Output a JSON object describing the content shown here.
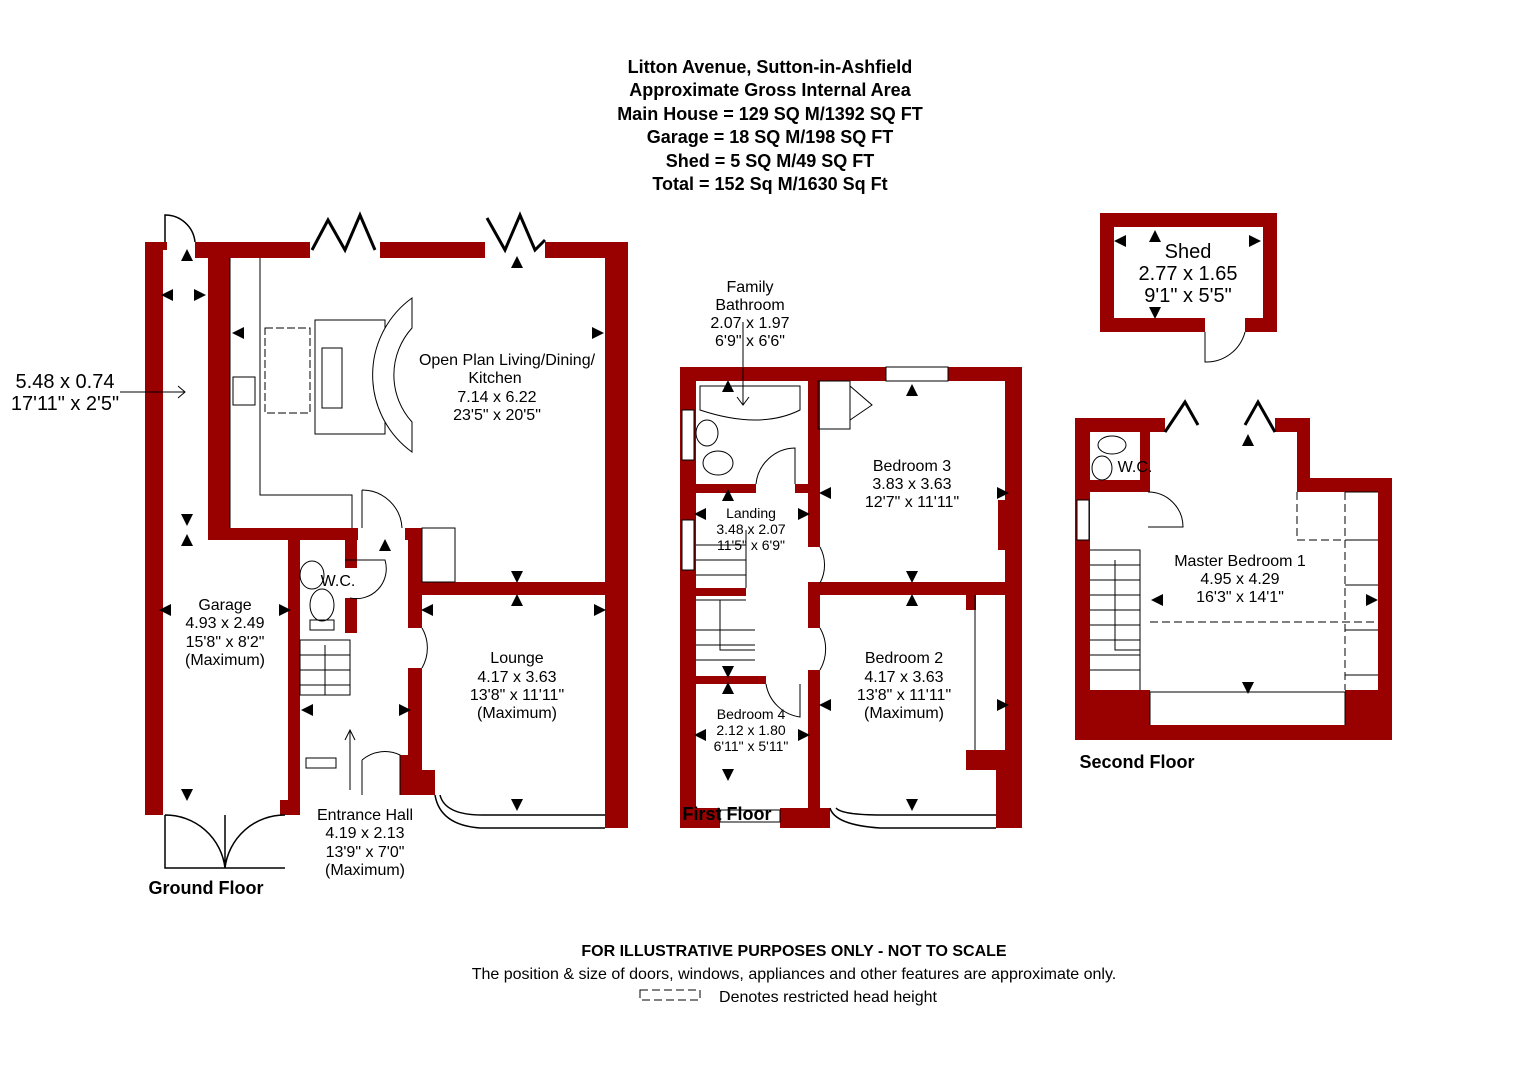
{
  "header": {
    "line1": "Litton Avenue, Sutton-in-Ashfield",
    "line2": "Approximate Gross Internal Area",
    "line3": "Main House = 129 SQ M/1392 SQ FT",
    "line4": "Garage = 18 SQ M/198 SQ FT",
    "line5": "Shed = 5 SQ M/49 SQ FT",
    "line6": "Total = 152 Sq M/1630 Sq Ft"
  },
  "floors": {
    "ground": "Ground Floor",
    "first": "First Floor",
    "second": "Second Floor"
  },
  "rooms": {
    "side_passage": {
      "metric": "5.48 x 0.74",
      "imperial": "17'11\" x 2'5\""
    },
    "kitchen": {
      "name1": "Open Plan Living/Dining/",
      "name2": "Kitchen",
      "metric": "7.14 x 6.22",
      "imperial": "23'5\" x 20'5\""
    },
    "garage": {
      "name": "Garage",
      "metric": "4.93 x 2.49",
      "imperial": "15'8\" x 8'2\"",
      "note": "(Maximum)"
    },
    "wc_ground": {
      "name": "W.C."
    },
    "lounge": {
      "name": "Lounge",
      "metric": "4.17 x 3.63",
      "imperial": "13'8\" x 11'11\"",
      "note": "(Maximum)"
    },
    "entrance_hall": {
      "name": "Entrance Hall",
      "metric": "4.19 x 2.13",
      "imperial": "13'9\" x 7'0\"",
      "note": "(Maximum)"
    },
    "bathroom": {
      "name1": "Family",
      "name2": "Bathroom",
      "metric": "2.07 x 1.97",
      "imperial": "6'9\" x 6'6\""
    },
    "bedroom3": {
      "name": "Bedroom 3",
      "metric": "3.83 x 3.63",
      "imperial": "12'7\" x 11'11\""
    },
    "landing": {
      "name": "Landing",
      "metric": "3.48 x 2.07",
      "imperial": "11'5\" x 6'9\""
    },
    "bedroom2": {
      "name": "Bedroom 2",
      "metric": "4.17 x 3.63",
      "imperial": "13'8\" x 11'11\"",
      "note": "(Maximum)"
    },
    "bedroom4": {
      "name": "Bedroom 4",
      "metric": "2.12 x 1.80",
      "imperial": "6'11\" x 5'11\""
    },
    "shed": {
      "name": "Shed",
      "metric": "2.77 x 1.65",
      "imperial": "9'1\" x 5'5\""
    },
    "wc_second": {
      "name": "W.C."
    },
    "master": {
      "name": "Master Bedroom 1",
      "metric": "4.95 x 4.29",
      "imperial": "16'3\" x 14'1\""
    }
  },
  "footer": {
    "disclaimer": "FOR ILLUSTRATIVE PURPOSES ONLY - NOT TO SCALE",
    "note": "The position & size of doors, windows, appliances and other features are approximate only.",
    "legend": "Denotes restricted head height"
  },
  "colors": {
    "wall": "#990000"
  }
}
